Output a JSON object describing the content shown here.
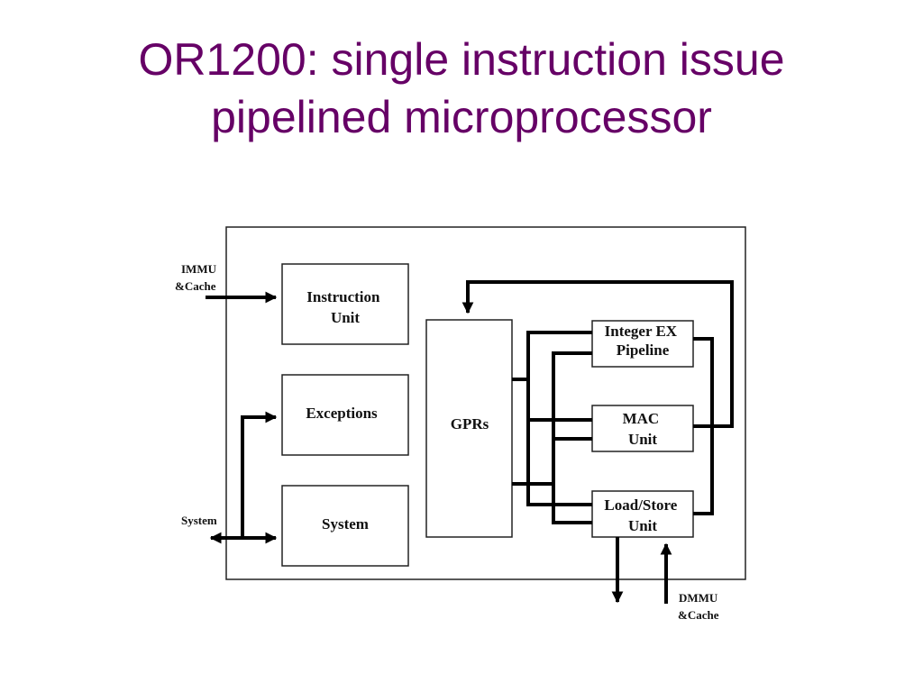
{
  "slide": {
    "title_line1": "OR1200: single instruction issue",
    "title_line2": "pipelined microprocessor"
  },
  "diagram": {
    "blocks": {
      "instruction_unit": [
        "Instruction",
        "Unit"
      ],
      "exceptions": [
        "Exceptions"
      ],
      "system": [
        "System"
      ],
      "gprs": [
        "GPRs"
      ],
      "integer_ex": [
        "Integer EX",
        "Pipeline"
      ],
      "mac": [
        "MAC",
        "Unit"
      ],
      "load_store": [
        "Load/Store",
        "Unit"
      ]
    },
    "external": {
      "immu_cache": [
        "IMMU",
        "&Cache"
      ],
      "system": [
        "System"
      ],
      "dmmu_cache": [
        "DMMU",
        "&Cache"
      ]
    }
  },
  "colors": {
    "title": "#660066",
    "line": "#000000",
    "box_border": "#222222"
  }
}
